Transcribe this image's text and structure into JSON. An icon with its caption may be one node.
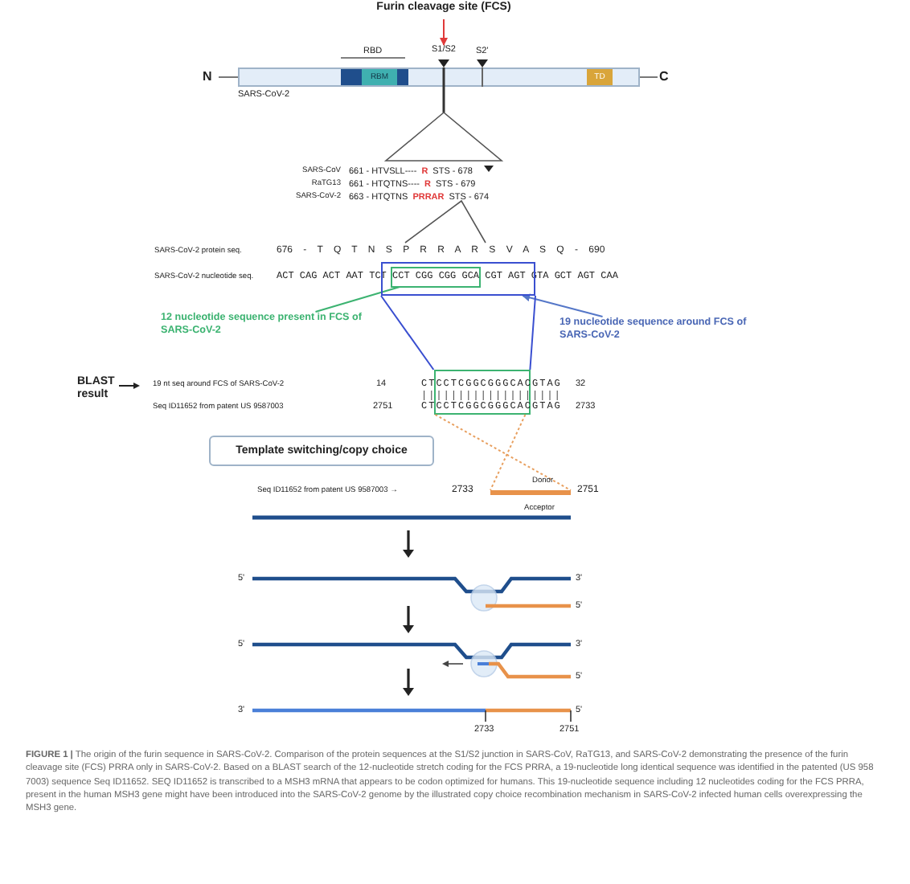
{
  "diagram": {
    "caption": "**FIGURE 1 |** The origin of the furin sequence in SARS-CoV-2. Comparison of the protein sequences at the S1/S2 junction in SARS-CoV, RaTG13, and SARS-CoV-2 demonstrating the presence of the furin cleavage site (FCS) PRRA only in SARS-CoV-2. Based on a BLAST search of the 12-nucleotide stretch coding for the FCS PRRA, a 19-nucleotide long identical sequence was identified in the patented (US 958 7003) sequence Seq ID11652. SEQ ID11652 is transcribed to a MSH3 mRNA that appears to be codon optimized for humans. This 19-nucleotide sequence including 12 nucleotides coding for the FCS PRRA, present in the human MSH3 gene might have been introduced into the SARS-CoV-2 genome by the illustrated copy choice recombination mechanism in SARS-CoV-2 infected human cells overexpressing the MSH3 gene.",
    "nodes": [
      {
        "text": [
          "Furin cleavage site (FCS)"
        ]
      },
      {
        "text": [
          "S1/S2"
        ]
      },
      {
        "text": [],
        "shape": "bar"
      },
      {
        "text": [
          "RBM"
        ],
        "in": 2
      },
      {
        "text": [
          "TD"
        ],
        "in": 2
      },
      {
        "text": [],
        "shape": "box"
      },
      {
        "text": [],
        "shape": "box",
        "in": 5
      },
      {
        "text": [
          "12 nucleotide sequence present in FCS of SARS-CoV-2"
        ]
      },
      {
        "text": [
          "19 nucleotide sequence around FCS of SARS-CoV-2"
        ]
      },
      {
        "text": [],
        "shape": "box"
      },
      {
        "text": [
          "Template switching/copy choice"
        ]
      },
      {
        "text": [],
        "shape": "bar"
      }
    ],
    "edges": [
      {
        "from": 0,
        "to": 1,
        "arrow": "to",
        "color": "#e03a3a"
      },
      {
        "from": 7,
        "to": 6,
        "arrow": "none",
        "color": "#3cb371"
      },
      {
        "from": 8,
        "to": 5,
        "arrow": "to",
        "color": "#5577c8"
      },
      {
        "from": 5,
        "to": 9,
        "arrow": "none",
        "color": "#3a4fd0"
      },
      {
        "from": 9,
        "to": 11,
        "arrow": "none",
        "style": "dashed",
        "color": "#e8a060"
      }
    ],
    "labels": [
      "RBD",
      "S2'",
      "N",
      "C",
      "SARS-CoV-2",
      "SARS-CoV",
      "661 - HTVSLL----",
      "R",
      "STS - 678",
      "RaTG13",
      "661 - HTQTNS----",
      "R",
      "STS - 679",
      "SARS-CoV-2",
      "663 - HTQTNS",
      "PRRAR",
      "STS - 674",
      "SARS-CoV-2 protein seq.",
      "676 - T Q T N S P R R A R S V A S Q - 690",
      "SARS-CoV-2 nucleotide seq.",
      "ACT CAG ACT AAT TCT CCT CGG CGG GCA CGT AGT GTA GCT AGT CAA",
      "BLAST result",
      "19 nt seq around FCS of SARS-CoV-2",
      "14",
      "CTCCTCGGCGGGCACGTAG",
      "32",
      "Seq ID11652 from patent US 9587003",
      "2751",
      "CTCCTCGGCGGGCACGTAG",
      "2733",
      "Seq ID11652 from patent US 9587003 →",
      "2733",
      "Donor",
      "2751",
      "Acceptor",
      "5'",
      "3'",
      "5'",
      "5'",
      "3'",
      "5'",
      "3'",
      "5'",
      "2733",
      "2751"
    ]
  }
}
